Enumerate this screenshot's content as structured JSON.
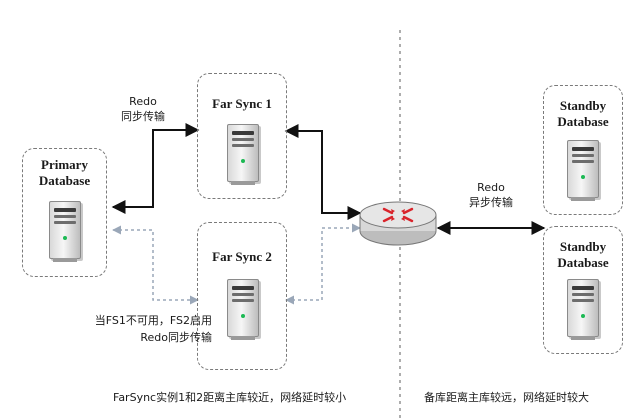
{
  "nodes": {
    "primary": {
      "title_line1": "Primary",
      "title_line2": "Database"
    },
    "farsync1": {
      "title": "Far Sync 1"
    },
    "farsync2": {
      "title": "Far Sync 2"
    },
    "standby1": {
      "title_line1": "Standby",
      "title_line2": "Database"
    },
    "standby2": {
      "title_line1": "Standby",
      "title_line2": "Database"
    }
  },
  "labels": {
    "redo_sync_line1": "Redo",
    "redo_sync_line2": "同步传输",
    "redo_async_line1": "Redo",
    "redo_async_line2": "异步传输",
    "failover_line1": "当FS1不可用，FS2启用",
    "failover_line2": "Redo同步传输"
  },
  "captions": {
    "left": "FarSync实例1和2距离主库较近，网络延时较小",
    "right": "备库距离主库较远，网络延时较大"
  },
  "icons": {
    "server": "server-icon",
    "router": "router-icon"
  },
  "colors": {
    "solid_link": "#111111",
    "dashed_link": "#9aa7b8",
    "router_body": "#d8d8d8",
    "router_arrows": "#d9232a",
    "server_led": "#1db954"
  }
}
